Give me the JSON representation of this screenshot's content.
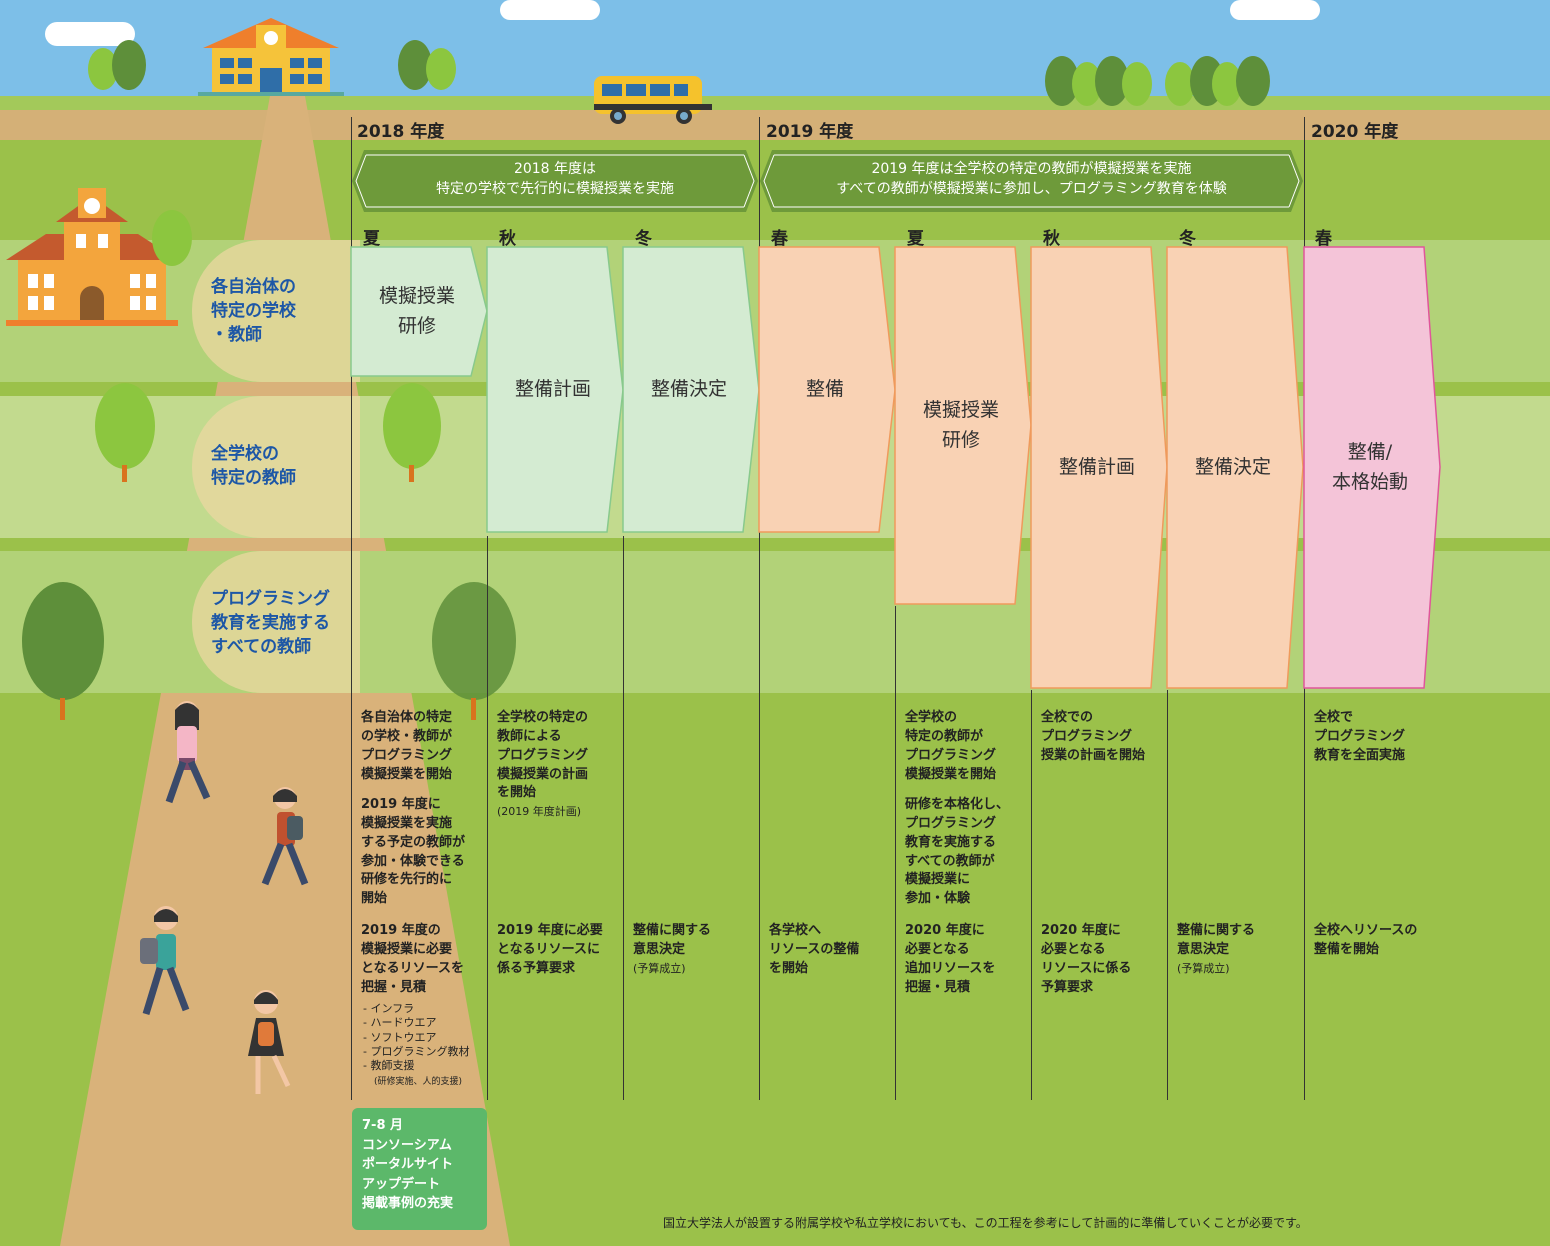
{
  "years": [
    {
      "label": "2018 年度"
    },
    {
      "label": "2019 年度"
    },
    {
      "label": "2020 年度"
    }
  ],
  "banners": [
    {
      "line1": "2018 年度は",
      "line2": "特定の学校で先行的に模擬授業を実施"
    },
    {
      "line1": "2019 年度は全学校の特定の教師が模擬授業を実施",
      "line2": "すべての教師が模擬授業に参加し、プログラミング教育を体験"
    }
  ],
  "seasons": [
    "夏",
    "秋",
    "冬",
    "春",
    "夏",
    "秋",
    "冬",
    "春"
  ],
  "rows": [
    {
      "label": "各自治体の\n特定の学校\n・教師"
    },
    {
      "label": "全学校の\n特定の教師"
    },
    {
      "label": "プログラミング\n教育を実施する\nすべての教師"
    }
  ],
  "arrows": [
    {
      "text": "模擬授業\n研修",
      "color": "#d4ebd2",
      "border": "#88c98c"
    },
    {
      "text": "整備計画",
      "color": "#d4ebd2",
      "border": "#88c98c"
    },
    {
      "text": "整備決定",
      "color": "#d4ebd2",
      "border": "#88c98c"
    },
    {
      "text": "整備",
      "color": "#f9d2b4",
      "border": "#ef9a5c"
    },
    {
      "text": "模擬授業\n研修",
      "color": "#f9d2b4",
      "border": "#ef9a5c"
    },
    {
      "text": "整備計画",
      "color": "#f9d2b4",
      "border": "#ef9a5c"
    },
    {
      "text": "整備決定",
      "color": "#f9d2b4",
      "border": "#ef9a5c"
    },
    {
      "text": "整備/\n本格始動",
      "color": "#f4c4d8",
      "border": "#e0569a"
    }
  ],
  "notes": {
    "col1_a": "各自治体の特定\nの学校・教師が\nプログラミング\n模擬授業を開始",
    "col1_b": "2019 年度に\n模擬授業を実施\nする予定の教師が\n参加・体験できる\n研修を先行的に\n開始",
    "col1_c": "2019 年度の\n模擬授業に必要\nとなるリソースを\n把握・見積",
    "col1_list": "- インフラ\n- ハードウエア\n- ソフトウエア\n- プログラミング教材\n- 教師支援",
    "col1_list_sub": "(研修実施、人的支援)",
    "col2_a": "全学校の特定の\n教師による\nプログラミング\n模擬授業の計画\nを開始",
    "col2_a_sub": "(2019 年度計画)",
    "col2_b": "2019 年度に必要\nとなるリソースに\n係る予算要求",
    "col3_b": "整備に関する\n意思決定",
    "col3_b_sub": "(予算成立)",
    "col4_b": "各学校へ\nリソースの整備\nを開始",
    "col5_a": "全学校の\n特定の教師が\nプログラミング\n模擬授業を開始",
    "col5_a2": "研修を本格化し、\nプログラミング\n教育を実施する\nすべての教師が\n模擬授業に\n参加・体験",
    "col5_b": "2020 年度に\n必要となる\n追加リソースを\n把握・見積",
    "col6_a": "全校での\nプログラミング\n授業の計画を開始",
    "col6_b": "2020 年度に\n必要となる\nリソースに係る\n予算要求",
    "col7_b": "整備に関する\n意思決定",
    "col7_b_sub": "(予算成立)",
    "col8_a": "全校で\nプログラミング\n教育を全面実施",
    "col8_b": "全校へリソースの\n整備を開始"
  },
  "consortium": {
    "month": "7-8 月",
    "text": "コンソーシアム\nポータルサイト\nアップデート\n掲載事例の充実"
  },
  "footnote": "国立大学法人が設置する附属学校や私立学校においても、この工程を参考にして計画的に準備していくことが必要です。"
}
